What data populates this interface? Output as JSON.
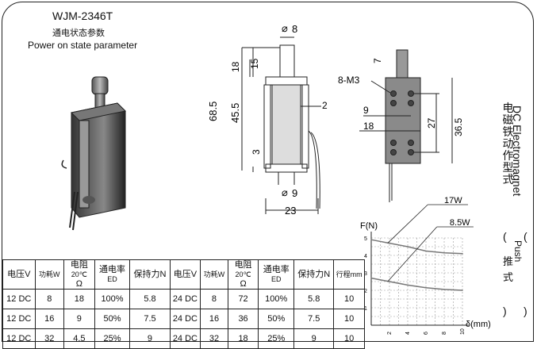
{
  "header": {
    "model": "WJM-2346T",
    "subtitle_cn": "通电状态参数",
    "subtitle_en": "Power on state parameter"
  },
  "side": {
    "title_en": "DC Electromagnet",
    "title_cn": "电磁铁动作型式",
    "push_en": "Push",
    "push_cn": "推式",
    "paren_open": "(",
    "paren_close": ")"
  },
  "dimensions": {
    "front": {
      "d_plunger": "8",
      "d_bottom": "9",
      "h_total": "68.5",
      "h_body": "45.5",
      "h_head": "18",
      "h_head_inner": "15",
      "h_bottom": "3",
      "gap": "2",
      "width": "23",
      "phi_symbol": "⌀"
    },
    "side": {
      "top": "7",
      "holes": "8-M3",
      "hole_spacing": "9",
      "width": "18",
      "hole_height": "27",
      "body_height": "36.5"
    }
  },
  "chart_data": {
    "type": "line",
    "xlabel": "δ(mm)",
    "ylabel": "F(N)",
    "x": [
      0,
      2,
      4,
      6,
      8,
      10
    ],
    "xticks": [
      "2",
      "4",
      "6",
      "8",
      "10"
    ],
    "yticks": [
      "1",
      "2",
      "3",
      "4",
      "5"
    ],
    "ylim": [
      0,
      5
    ],
    "xlim": [
      0,
      10
    ],
    "series": [
      {
        "name": "17W",
        "values": [
          4.9,
          4.7,
          4.5,
          4.25,
          4.15,
          4.1
        ]
      },
      {
        "name": "8.5W",
        "values": [
          2.7,
          2.5,
          2.3,
          2.15,
          2.05,
          2.0
        ]
      }
    ]
  },
  "table": {
    "headers": [
      "电压V",
      "功耗W",
      "电阻20℃ Ω",
      "通电率 ED",
      "保持力N",
      "电压V",
      "功耗W",
      "电阻20℃ Ω",
      "通电率 ED",
      "保持力N",
      "行程mm"
    ],
    "header_parts": {
      "voltage": "电压V",
      "power": "功耗W",
      "resistance": "电阻",
      "resistance_temp": "20℃",
      "ohm": "Ω",
      "duty": "通电率",
      "ed": "ED",
      "hold": "保持力N",
      "stroke": "行程mm"
    },
    "rows": [
      [
        "12 DC",
        "8",
        "18",
        "100%",
        "5.8",
        "24 DC",
        "8",
        "72",
        "100%",
        "5.8",
        "10"
      ],
      [
        "12 DC",
        "16",
        "9",
        "50%",
        "7.5",
        "24 DC",
        "16",
        "36",
        "50%",
        "7.5",
        "10"
      ],
      [
        "12 DC",
        "32",
        "4.5",
        "25%",
        "9",
        "24 DC",
        "32",
        "18",
        "25%",
        "9",
        "10"
      ]
    ]
  }
}
